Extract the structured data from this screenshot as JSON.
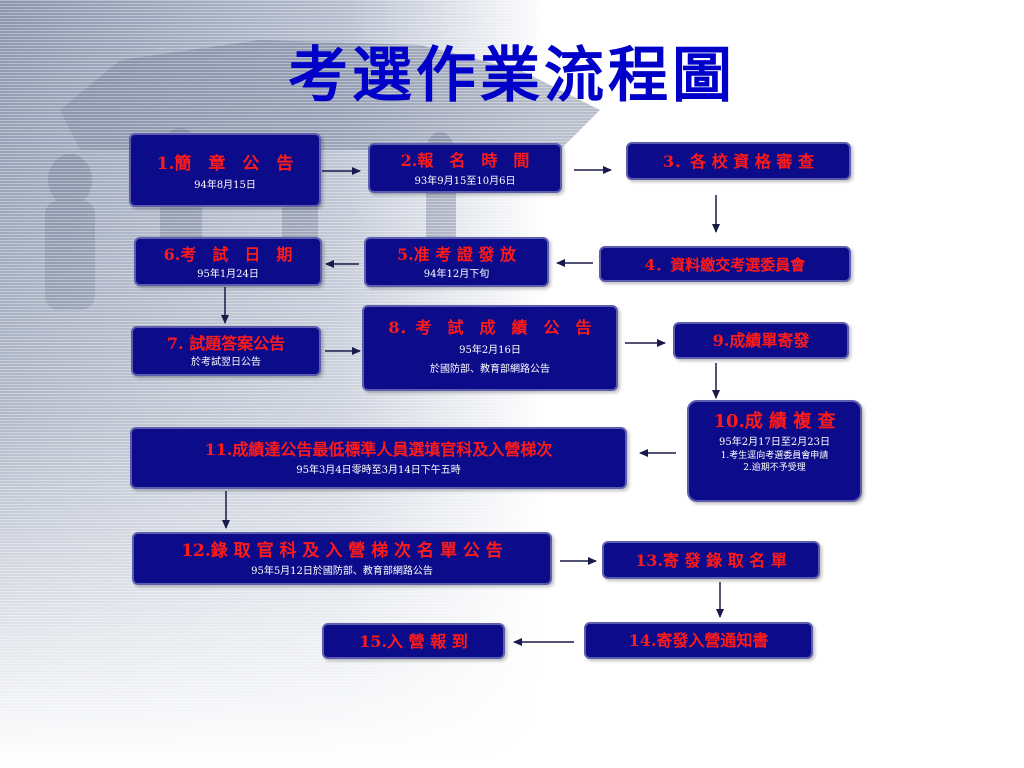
{
  "title": "考選作業流程圖",
  "steps": {
    "s1": {
      "label": "1.簡　章　公　告",
      "sub": "94年8月15日"
    },
    "s2": {
      "label": "2.報　名　時　間",
      "sub": "93年9月15至10月6日"
    },
    "s3": {
      "label": "3．各 校 資 格 審 查"
    },
    "s4": {
      "label": "4．資料繳交考選委員會"
    },
    "s5": {
      "label": "5.准 考 證 發 放",
      "sub": "94年12月下旬"
    },
    "s6": {
      "label": "6.考　試　日　期",
      "sub": "95年1月24日"
    },
    "s7": {
      "label": "7. 試題答案公告",
      "sub": "於考試翌日公告"
    },
    "s8": {
      "label": "8．考　試　成　績　公　告",
      "sub": "95年2月16日",
      "sub2": "於國防部、教育部網路公告"
    },
    "s9": {
      "label": "9.成績單寄發"
    },
    "s10": {
      "label": "10.成 績 複 查",
      "sub": "95年2月17日至2月23日",
      "note1": "1.考生逕向考選委員會申請",
      "note2": "2.逾期不予受理"
    },
    "s11": {
      "label": "11.成績達公告最低標準人員選填官科及入營梯次",
      "sub": "95年3月4日零時至3月14日下午五時"
    },
    "s12": {
      "label": "12.錄 取 官 科 及 入 營 梯 次 名 單 公 告",
      "sub": "95年5月12日於國防部、教育部網路公告"
    },
    "s13": {
      "label": "13.寄 發 錄 取 名 單"
    },
    "s14": {
      "label": "14.寄發入營通知書"
    },
    "s15": {
      "label": "15.入 營 報 到"
    }
  },
  "colors": {
    "title": "#0000c8",
    "box": "#0c0c8a",
    "label": "#ff1a1a",
    "arrow": "#1a1a4a"
  }
}
